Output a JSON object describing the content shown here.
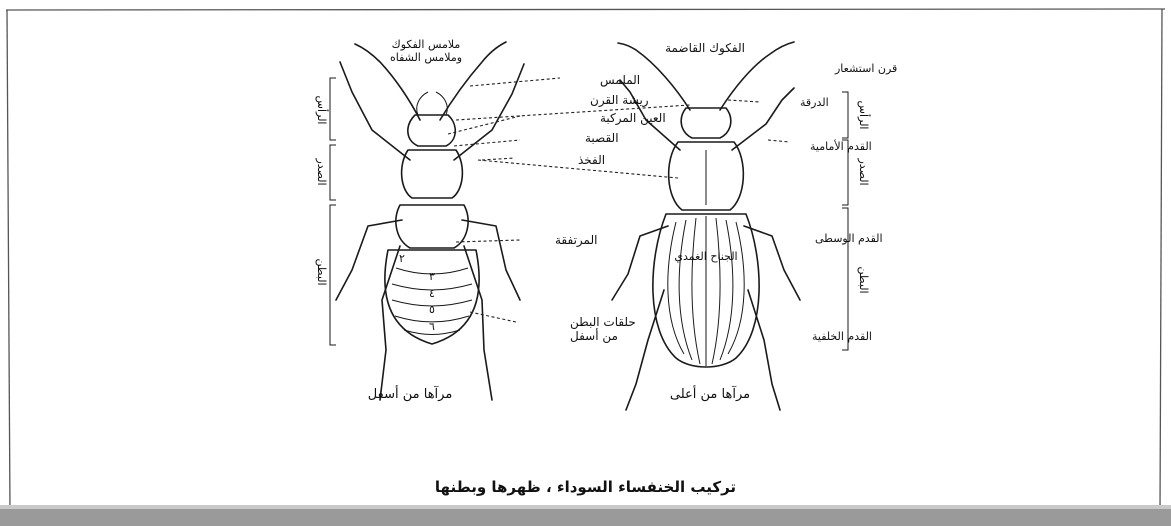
{
  "caption": "تركيب الخنفساء السوداء ، ظهرها وبطنها",
  "ventral_view": {
    "title": "مرآها من أسفل",
    "labels": {
      "mouthparts": "ملامس الفكوك وملامس الشفاه",
      "labrum": "الملمس",
      "clypeus": "ريشة القرن",
      "compound_eye": "العين المركبة",
      "tibia": "القصبة",
      "femur": "الفخذ",
      "coxa": "المرتفقة",
      "abdominal_segments": "حلقات البطن من أسفل"
    },
    "segment_numbers": [
      "٢",
      "٣",
      "٤",
      "٥",
      "٦"
    ]
  },
  "dorsal_view": {
    "title": "مرآها من أعلى",
    "labels": {
      "mandibles": "الفكوك القاضمة",
      "antenna": "قرن استشعار",
      "head_shield": "الدرقة",
      "foreleg": "القدم الأمامية",
      "elytra": "الجناح الغمدي",
      "midleg": "القدم الوسطى",
      "hindleg": "القدم الخلفية"
    }
  },
  "body_regions": {
    "head": "الرأس",
    "thorax": "الصدر",
    "abdomen": "البطن"
  }
}
